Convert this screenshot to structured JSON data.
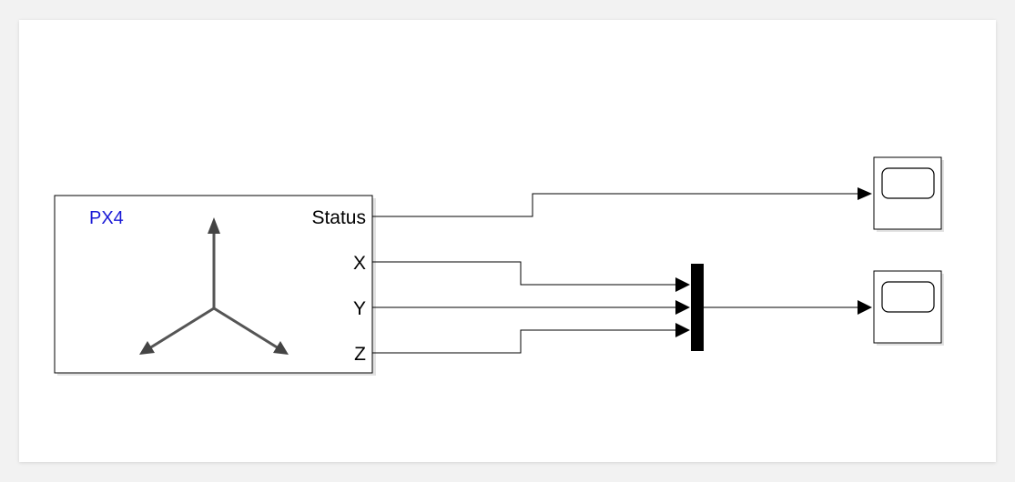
{
  "px4_block": {
    "title": "PX4",
    "ports": {
      "status": "Status",
      "x": "X",
      "y": "Y",
      "z": "Z"
    },
    "icon": "xyz-axes-icon"
  },
  "mux_block": {
    "icon": "mux-bar"
  },
  "scopes": [
    {
      "icon": "scope-icon"
    },
    {
      "icon": "scope-icon"
    }
  ],
  "colors": {
    "title": "#1a1ad6",
    "line": "#000000",
    "axes": "#555555"
  }
}
